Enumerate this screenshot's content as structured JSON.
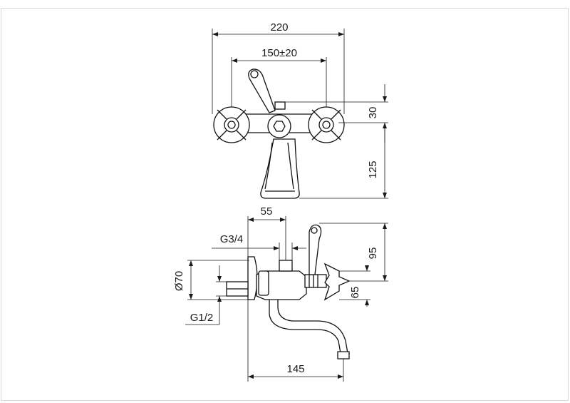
{
  "drawing": {
    "front_view": {
      "overall_width": "220",
      "center_distance": "150±20",
      "handle_offset": "30",
      "spout_height": "125"
    },
    "side_view": {
      "inlet_offset": "55",
      "outlet_thread": "G3/4",
      "handle_height": "95",
      "flange_diameter": "Ø70",
      "valve_height": "65",
      "inlet_thread": "G1/2",
      "spout_projection": "145"
    }
  }
}
